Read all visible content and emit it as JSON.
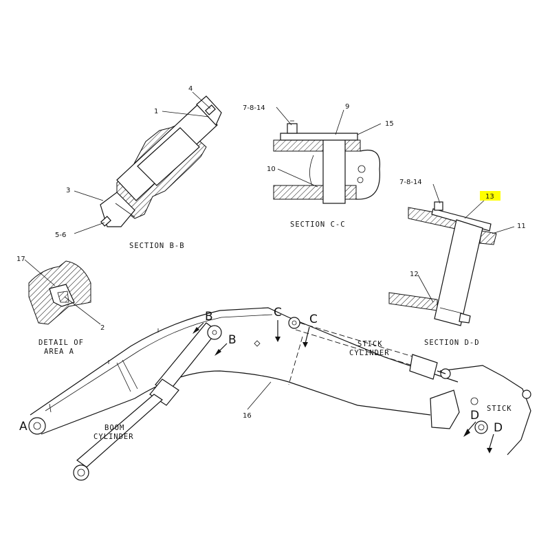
{
  "diagram": {
    "highlight_color": "#ffff00",
    "callouts": {
      "c1": "1",
      "c2": "2",
      "c3": "3",
      "c4": "4",
      "c5_6": "5-6",
      "c7_8_14_cc": "7-8-14",
      "c7_8_14_dd": "7-8-14",
      "c9": "9",
      "c10": "10",
      "c11": "11",
      "c12": "12",
      "c13": "13",
      "c15": "15",
      "c16": "16",
      "c17": "17"
    },
    "section_titles": {
      "bb": "SECTION B-B",
      "cc": "SECTION C-C",
      "dd": "SECTION D-D"
    },
    "detail_title": {
      "line1": "DETAIL OF",
      "line2": "AREA A"
    },
    "section_markers": {
      "a": "A",
      "b1": "B",
      "b2": "B",
      "c1": "C",
      "c2": "C",
      "d1": "D",
      "d2": "D"
    },
    "component_labels": {
      "boom_cylinder_1": "BOOM",
      "boom_cylinder_2": "CYLINDER",
      "stick_cylinder_1": "STICK",
      "stick_cylinder_2": "CYLINDER",
      "stick": "STICK"
    }
  }
}
